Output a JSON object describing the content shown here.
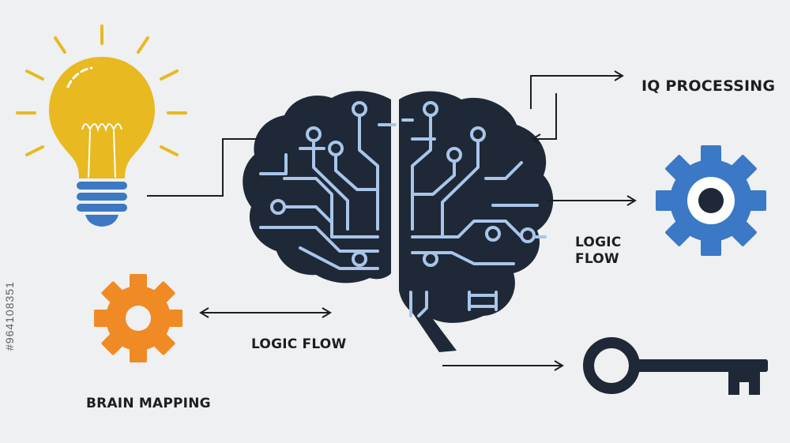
{
  "colors": {
    "background": "#eef0f1",
    "ink": "#1b1f24",
    "brain_fill": "#1f2836",
    "circuit": "#a9c6ea",
    "bulb": "#e8b920",
    "bulb_base": "#3d78c2",
    "gear_blue": "#3b78c5",
    "gear_orange": "#f08a25",
    "key": "#1f2836"
  },
  "labels": {
    "iq_processing": "IQ PROCESSING",
    "logic_flow_right_line1": "LOGIC",
    "logic_flow_right_line2": "FLOW",
    "logic_flow_left": "LOGIC FLOW",
    "brain_mapping": "BRAIN MAPPING"
  },
  "stock_id": "#964108351",
  "icons": {
    "bulb": "lightbulb-icon",
    "brain": "circuit-brain-icon",
    "gear_right": "gear-icon",
    "gear_left": "gear-icon",
    "key": "key-icon"
  }
}
